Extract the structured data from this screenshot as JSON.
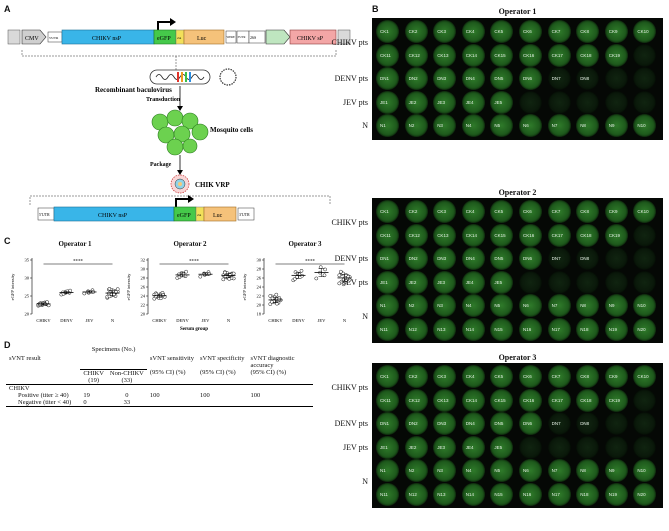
{
  "panel_labels": {
    "a": "A",
    "b": "B",
    "c": "C",
    "d": "D"
  },
  "construct_top": {
    "segments": [
      "CMV",
      "5'UTR",
      "CHIKV nsP",
      "eGFP",
      "2A",
      "Luc",
      "WPRE",
      "3'UTR",
      "26S",
      "CHIKV sP"
    ],
    "label_26s": "26S"
  },
  "flow": {
    "baculovirus": "Recombinant baculovirus",
    "transduction": "Transduction",
    "mosquito": "Mosquito cells",
    "package": "Package",
    "vrp": "CHIK VRP"
  },
  "construct_bottom": {
    "segments": [
      "5'UTR",
      "CHIKV nsP",
      "eGFP",
      "2A",
      "Luc",
      "3'UTR"
    ]
  },
  "plates": [
    {
      "title": "Operator 1",
      "rows": [
        {
          "group": "CHIKV pts",
          "wells": [
            "CK1",
            "CK2",
            "CK3",
            "CK4",
            "CK5",
            "CK6",
            "CK7",
            "CK8",
            "CK9",
            "CK10"
          ]
        },
        {
          "group": "",
          "wells": [
            "CK11",
            "CK12",
            "CK13",
            "CK14",
            "CK15",
            "CK16",
            "CK17",
            "CK18",
            "CK19",
            ""
          ]
        },
        {
          "group": "DENV pts",
          "wells": [
            "DN1",
            "DN2",
            "DN3",
            "DN4",
            "DN5",
            "DN6",
            "DN7",
            "DN8",
            "",
            ""
          ]
        },
        {
          "group": "JEV pts",
          "wells": [
            "JE1",
            "JE2",
            "JE3",
            "JE4",
            "JE5",
            "",
            "",
            "",
            "",
            ""
          ]
        },
        {
          "group": "N",
          "wells": [
            "N1",
            "N2",
            "N3",
            "N4",
            "N5",
            "N6",
            "N7",
            "N8",
            "N9",
            "N10"
          ]
        }
      ]
    },
    {
      "title": "Operator 2",
      "rows": [
        {
          "group": "CHIKV pts",
          "wells": [
            "CK1",
            "CK2",
            "CK3",
            "CK4",
            "CK5",
            "CK6",
            "CK7",
            "CK8",
            "CK9",
            "CK10"
          ]
        },
        {
          "group": "",
          "wells": [
            "CK11",
            "CK12",
            "CK13",
            "CK14",
            "CK15",
            "CK16",
            "CK17",
            "CK18",
            "CK19",
            ""
          ]
        },
        {
          "group": "DENV pts",
          "wells": [
            "DN1",
            "DN2",
            "DN3",
            "DN4",
            "DN5",
            "DN6",
            "DN7",
            "DN8",
            "",
            ""
          ]
        },
        {
          "group": "JEV pts",
          "wells": [
            "JE1",
            "JE2",
            "JE3",
            "JE4",
            "JE5",
            "",
            "",
            "",
            "",
            ""
          ]
        },
        {
          "group": "N",
          "wells": [
            "N1",
            "N2",
            "N3",
            "N4",
            "N5",
            "N6",
            "N7",
            "N8",
            "N9",
            "N10"
          ]
        },
        {
          "group": "",
          "wells": [
            "N11",
            "N12",
            "N13",
            "N14",
            "N15",
            "N16",
            "N17",
            "N18",
            "N19",
            "N20"
          ]
        }
      ]
    },
    {
      "title": "Operator 3",
      "rows": [
        {
          "group": "CHIKV pts",
          "wells": [
            "CK1",
            "CK2",
            "CK3",
            "CK4",
            "CK5",
            "CK6",
            "CK7",
            "CK8",
            "CK9",
            "CK10"
          ]
        },
        {
          "group": "",
          "wells": [
            "CK11",
            "CK12",
            "CK13",
            "CK14",
            "CK15",
            "CK16",
            "CK17",
            "CK18",
            "CK19",
            ""
          ]
        },
        {
          "group": "DENV pts",
          "wells": [
            "DN1",
            "DN2",
            "DN3",
            "DN4",
            "DN5",
            "DN6",
            "DN7",
            "DN8",
            "",
            ""
          ]
        },
        {
          "group": "JEV pts",
          "wells": [
            "JE1",
            "JE2",
            "JE3",
            "JE4",
            "JE5",
            "",
            "",
            "",
            "",
            ""
          ]
        },
        {
          "group": "N",
          "wells": [
            "N1",
            "N2",
            "N3",
            "N4",
            "N5",
            "N6",
            "N7",
            "N8",
            "N9",
            "N10"
          ]
        },
        {
          "group": "",
          "wells": [
            "N11",
            "N12",
            "N13",
            "N14",
            "N15",
            "N16",
            "N17",
            "N18",
            "N19",
            "N20"
          ]
        }
      ]
    }
  ],
  "chart_data": [
    {
      "type": "scatter",
      "title": "Operator 1",
      "xlabel": "",
      "ylabel": "eGFP intensity",
      "categories": [
        "CHIKV",
        "DENV",
        "JEV",
        "N"
      ],
      "yticks": [
        20,
        25,
        30,
        35
      ],
      "ylim": [
        20,
        35
      ],
      "significance": "****",
      "series": [
        {
          "values": [
            22.3,
            22.5,
            22.6,
            22.7,
            22.8,
            22.9,
            23.0,
            23.1,
            23.2,
            22.4,
            22.6,
            22.8,
            23.0,
            22.9,
            23.3,
            22.5,
            22.7,
            23.1,
            22.8
          ]
        },
        {
          "values": [
            25.4,
            25.8,
            26.2,
            25.9,
            26.5,
            26.0,
            25.6,
            26.3
          ]
        },
        {
          "values": [
            25.7,
            26.3,
            25.9,
            26.6,
            26.1
          ]
        },
        {
          "values": [
            24.5,
            25.1,
            25.6,
            26.0,
            26.4,
            26.8,
            27.0,
            25.3,
            25.9,
            26.2,
            24.8,
            25.5,
            26.7,
            25.0,
            26.1,
            25.7,
            24.9,
            26.5,
            25.4,
            26.9
          ]
        }
      ]
    },
    {
      "type": "scatter",
      "title": "Operator 2",
      "xlabel": "Serum group",
      "ylabel": "eGFP intensity",
      "categories": [
        "CHIKV",
        "DENV",
        "JEV",
        "N"
      ],
      "yticks": [
        20,
        22,
        24,
        26,
        28,
        30,
        32
      ],
      "ylim": [
        20,
        32
      ],
      "significance": "****",
      "series": [
        {
          "values": [
            23.4,
            23.7,
            24.0,
            24.2,
            24.4,
            24.6,
            23.9,
            24.1,
            24.5,
            23.8,
            24.3,
            24.0,
            23.6,
            24.7,
            24.2,
            23.9,
            24.4,
            24.1,
            23.5
          ]
        },
        {
          "values": [
            28.0,
            28.6,
            29.1,
            28.4,
            29.4,
            28.8,
            28.2,
            29.0
          ]
        },
        {
          "values": [
            28.3,
            29.0,
            28.7,
            29.3,
            28.9
          ]
        },
        {
          "values": [
            27.7,
            28.1,
            28.4,
            28.7,
            29.0,
            29.3,
            28.2,
            28.5,
            28.8,
            27.9,
            28.6,
            29.1,
            28.3,
            28.0,
            28.9,
            29.2,
            28.4,
            27.8,
            28.7,
            29.0
          ]
        }
      ]
    },
    {
      "type": "scatter",
      "title": "Operator 3",
      "xlabel": "",
      "ylabel": "eGFP intensity",
      "categories": [
        "CHIKV",
        "DENV",
        "JEV",
        "N"
      ],
      "yticks": [
        18,
        20,
        22,
        24,
        26,
        28,
        30
      ],
      "ylim": [
        18,
        30
      ],
      "significance": "****",
      "series": [
        {
          "values": [
            20.2,
            20.6,
            21.0,
            21.3,
            21.6,
            21.9,
            20.8,
            21.4,
            20.4,
            21.1,
            22.0,
            20.9,
            21.7,
            20.5,
            21.2,
            20.7,
            21.5,
            22.3,
            20.3
          ]
        },
        {
          "values": [
            25.5,
            26.2,
            27.0,
            27.6,
            26.5,
            25.8,
            27.3,
            26.8
          ]
        },
        {
          "values": [
            25.9,
            27.2,
            28.4,
            26.6,
            27.9
          ]
        },
        {
          "values": [
            24.8,
            25.3,
            25.7,
            26.0,
            26.4,
            26.8,
            27.2,
            25.1,
            25.5,
            26.2,
            26.6,
            27.0,
            24.6,
            25.9,
            26.3,
            27.4,
            25.2,
            26.1,
            26.7,
            25.6
          ]
        }
      ]
    }
  ],
  "table": {
    "header_col0": "sVNT result",
    "header_span": "Specimens (No.)",
    "header_chikv": "CHIKV",
    "header_chikv_n": "(19)",
    "header_non": "Non-CHIKV",
    "header_non_n": "(33)",
    "header_sens": "sVNT sensitivity",
    "header_spec": "sVNT specificity",
    "header_acc": "sVNT diagnostic accuracy",
    "ci": "(95% CI) (%)",
    "row_group": "CHIKV",
    "rows": [
      {
        "label": "Positive (titer ≥ 40)",
        "chikv": "19",
        "non": "0",
        "sens": "100",
        "spec": "100",
        "acc": "100"
      },
      {
        "label": "Negative (titer < 40)",
        "chikv": "0",
        "non": "33",
        "sens": "",
        "spec": "",
        "acc": ""
      }
    ]
  }
}
